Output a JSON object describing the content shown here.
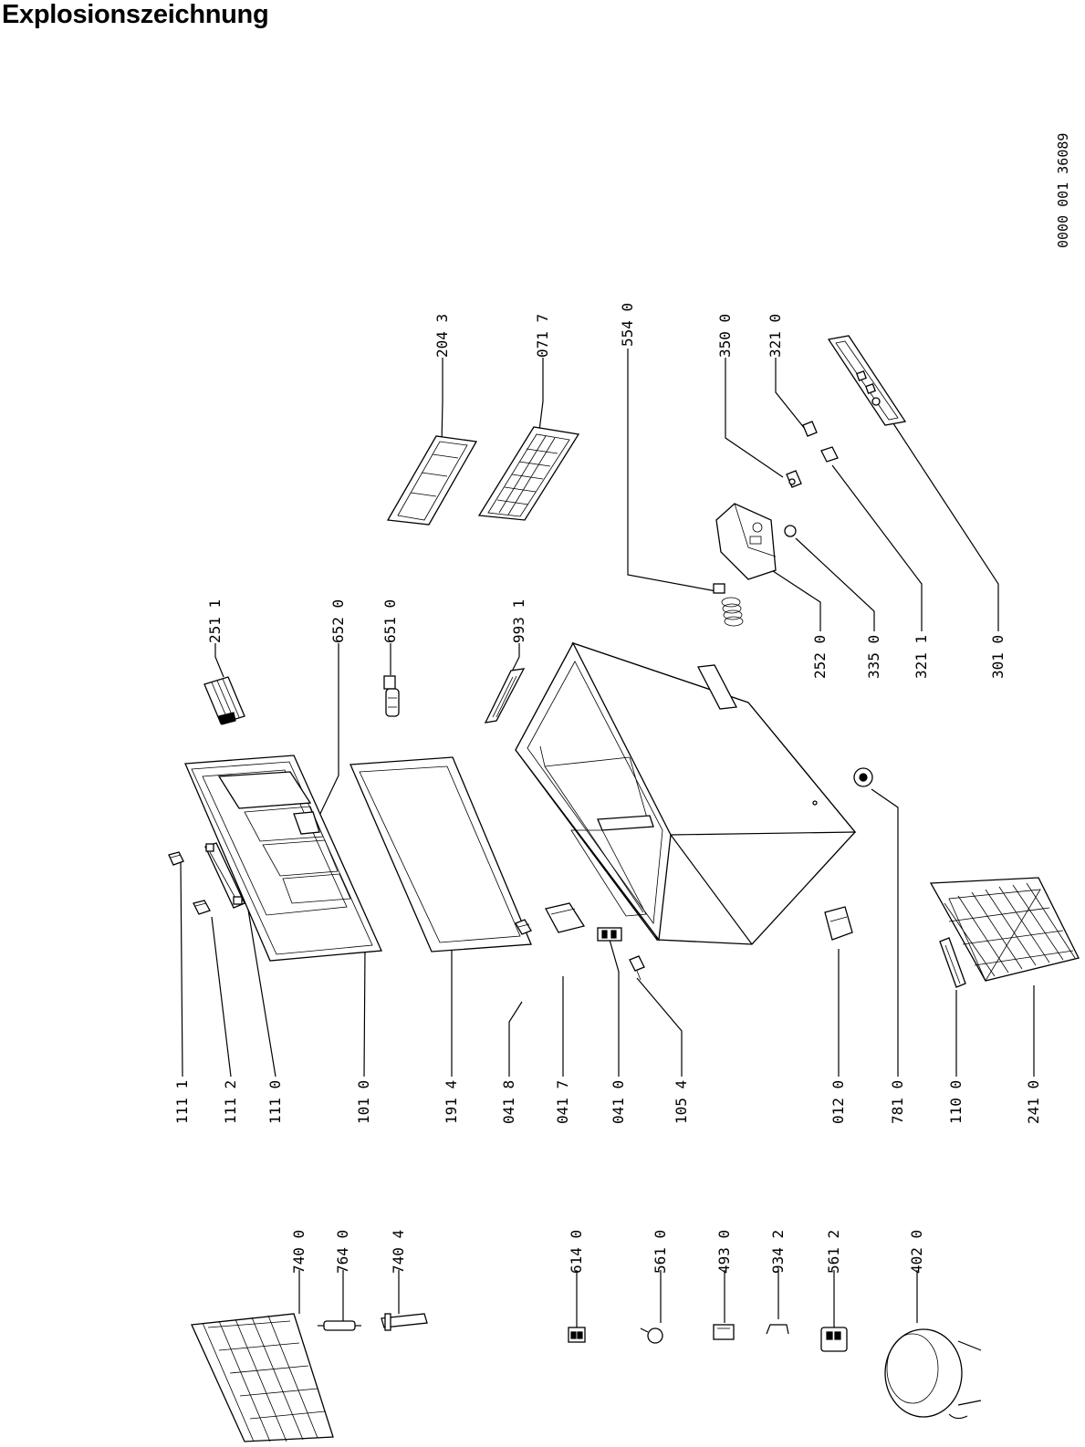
{
  "title": "Explosionszeichnung",
  "document_id": "0000 001 36089",
  "part_labels": [
    {
      "id": "p1111",
      "text": "111 1"
    },
    {
      "id": "p1112",
      "text": "111 2"
    },
    {
      "id": "p1110",
      "text": "111 0"
    },
    {
      "id": "p1010",
      "text": "101 0"
    },
    {
      "id": "p1914",
      "text": "191 4"
    },
    {
      "id": "p0418",
      "text": "041 8"
    },
    {
      "id": "p0417",
      "text": "041 7"
    },
    {
      "id": "p0410",
      "text": "041 0"
    },
    {
      "id": "p1054",
      "text": "105 4"
    },
    {
      "id": "p0120",
      "text": "012 0"
    },
    {
      "id": "p7810",
      "text": "781 0"
    },
    {
      "id": "p1100",
      "text": "110 0"
    },
    {
      "id": "p2410",
      "text": "241 0"
    },
    {
      "id": "p2511",
      "text": "251 1"
    },
    {
      "id": "p6520",
      "text": "652 0"
    },
    {
      "id": "p6510",
      "text": "651 0"
    },
    {
      "id": "p9931",
      "text": "993 1"
    },
    {
      "id": "p2043",
      "text": "204 3"
    },
    {
      "id": "p0717",
      "text": "071 7"
    },
    {
      "id": "p5540",
      "text": "554 0"
    },
    {
      "id": "p3500",
      "text": "350 0"
    },
    {
      "id": "p3210",
      "text": "321 0"
    },
    {
      "id": "p2520",
      "text": "252 0"
    },
    {
      "id": "p3350",
      "text": "335 0"
    },
    {
      "id": "p3211",
      "text": "321 1"
    },
    {
      "id": "p3010",
      "text": "301 0"
    },
    {
      "id": "p7400",
      "text": "740 0"
    },
    {
      "id": "p7640",
      "text": "764 0"
    },
    {
      "id": "p7404",
      "text": "740 4"
    },
    {
      "id": "p6140",
      "text": "614 0"
    },
    {
      "id": "p5610",
      "text": "561 0"
    },
    {
      "id": "p4930",
      "text": "493 0"
    },
    {
      "id": "p9342",
      "text": "934 2"
    },
    {
      "id": "p5612",
      "text": "561 2"
    },
    {
      "id": "p4020",
      "text": "402 0"
    }
  ]
}
